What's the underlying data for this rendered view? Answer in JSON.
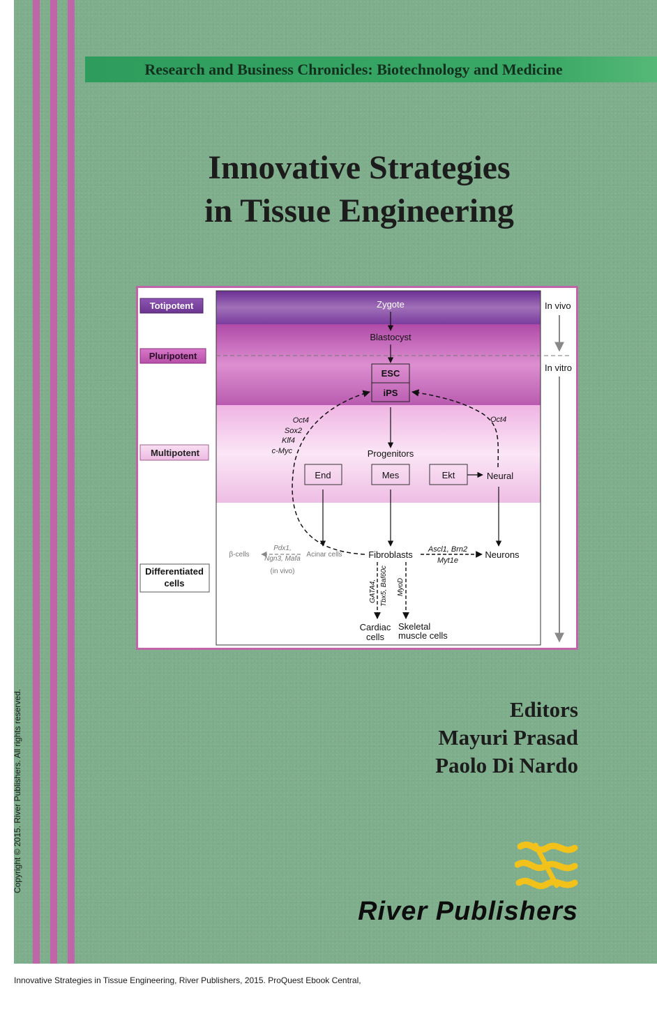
{
  "series": "Research and Business Chronicles: Biotechnology and Medicine",
  "title": {
    "line1": "Innovative Strategies",
    "line2": "in Tissue Engineering"
  },
  "figure": {
    "levels": {
      "totipotent": "Totipotent",
      "pluripotent": "Pluripotent",
      "multipotent": "Multipotent",
      "diff1": "Differentiated",
      "diff2": "cells"
    },
    "nodes": {
      "zygote": "Zygote",
      "blastocyst": "Blastocyst",
      "esc": "ESC",
      "ips": "iPS",
      "progenitors": "Progenitors",
      "end": "End",
      "mes": "Mes",
      "ekt": "Ekt",
      "neural": "Neural",
      "fibroblasts": "Fibroblasts",
      "neurons": "Neurons",
      "cardiac1": "Cardiac",
      "cardiac2": "cells",
      "skeletal1": "Skeletal",
      "skeletal2": "muscle cells",
      "acinar": "Acinar cells",
      "beta": "β-cells"
    },
    "factors": {
      "oct4_left": "Oct4",
      "sox2": "Sox2",
      "klf4": "Klf4",
      "cmyc": "c-Myc",
      "oct4_right": "Oct4",
      "pdx1": "Pdx1,",
      "ngn3": "Ngn3, Mafa",
      "in_vivo_note": "(in vivo)",
      "ascl1": "Ascl1, Brn2",
      "myt1e": "Myt1e",
      "gata4": "GATA4,",
      "tbx5": "Tbx5, Baf60c",
      "myod": "MyoD"
    },
    "side": {
      "in_vivo": "In vivo",
      "in_vitro": "In vitro"
    }
  },
  "editors": {
    "heading": "Editors",
    "editor1": "Mayuri Prasad",
    "editor2": "Paolo Di Nardo"
  },
  "publisher": "River Publishers",
  "copyright": "Copyright © 2015. River Publishers. All rights reserved.",
  "footer": "Innovative Strategies in Tissue Engineering, River Publishers, 2015. ProQuest Ebook Central,",
  "colors": {
    "cover": "#7fae8c",
    "stripe": "#c066a8",
    "series_bar": "#35a262",
    "logo": "#f2c21b"
  }
}
